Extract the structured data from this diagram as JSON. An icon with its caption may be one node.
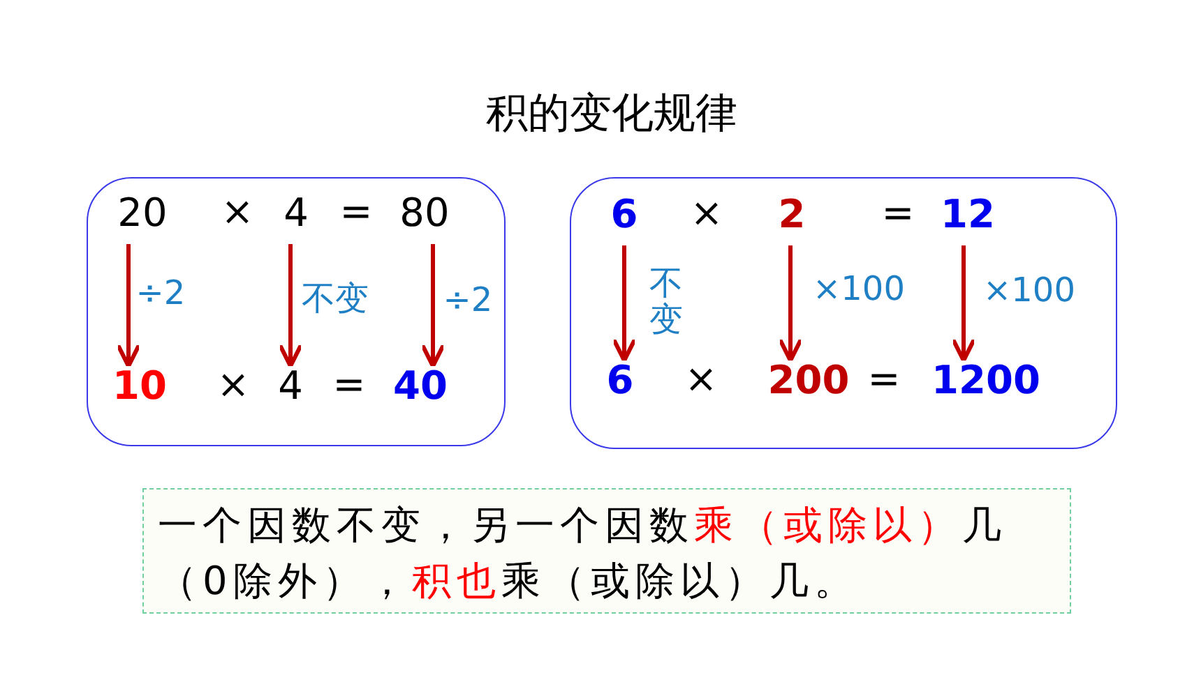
{
  "diagram": {
    "title": "积的变化规律",
    "nodes": [
      {
        "text": [],
        "shape": "box"
      },
      {
        "text": [
          "20"
        ],
        "in": 0
      },
      {
        "text": [
          "10"
        ],
        "in": 0
      },
      {
        "text": [
          "4"
        ],
        "in": 0
      },
      {
        "text": [
          "4"
        ],
        "in": 0
      },
      {
        "text": [
          "80"
        ],
        "in": 0
      },
      {
        "text": [
          "40"
        ],
        "in": 0
      },
      {
        "text": [],
        "shape": "box"
      },
      {
        "text": [
          "6"
        ],
        "in": 7
      },
      {
        "text": [
          "6"
        ],
        "in": 7
      },
      {
        "text": [
          "2"
        ],
        "in": 7
      },
      {
        "text": [
          "200"
        ],
        "in": 7
      },
      {
        "text": [
          "12"
        ],
        "in": 7
      },
      {
        "text": [
          "1200"
        ],
        "in": 7
      },
      {
        "text": [
          "一个因数不变，另一个因数",
          "乘（或除以）",
          "几（0除外），",
          "积也",
          "乘（或除以）几。"
        ]
      }
    ],
    "edges": [
      {
        "from": 1,
        "to": 2,
        "arrow": "to",
        "label": "÷2"
      },
      {
        "from": 3,
        "to": 4,
        "arrow": "to",
        "label": "不变"
      },
      {
        "from": 5,
        "to": 6,
        "arrow": "to",
        "label": "÷2"
      },
      {
        "from": 8,
        "to": 9,
        "arrow": "to",
        "label": "不变"
      },
      {
        "from": 10,
        "to": 11,
        "arrow": "to",
        "label": "×100"
      },
      {
        "from": 12,
        "to": 13,
        "arrow": "to",
        "label": "×100"
      }
    ],
    "labels": [
      "×",
      "=",
      "×",
      "=",
      "×",
      "=",
      "×",
      "="
    ]
  }
}
